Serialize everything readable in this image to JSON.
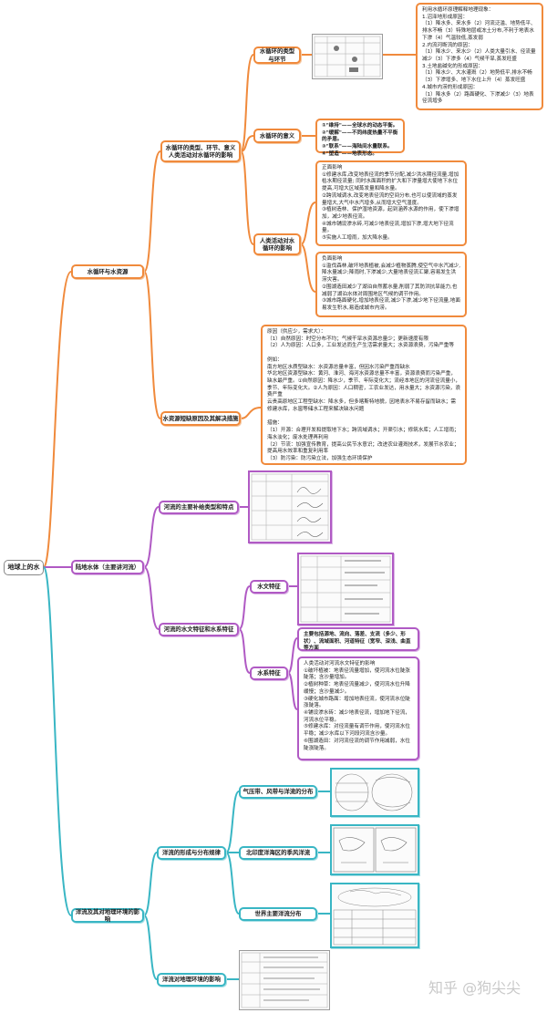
{
  "root": "地球上的水",
  "branches": {
    "water_cycle": "水循环与水资源",
    "land_water": "陆地水体（主要讲河流）",
    "ocean": "洋流及其对地理环境的影响"
  },
  "wc_sub": {
    "types": "水循环的类型、环节、意义\n人类活动对水循环的影响",
    "resources": "水资源短缺原因及其解决措施"
  },
  "wc_leaf": {
    "types": "水循环的类型\n与环节",
    "significance": "水循环的意义",
    "human": "人类活动对水\n循环的影响"
  },
  "notes": {
    "swamp": "利用水循环原理解释地理现象：\n1.沼泽地形成原因：\n（1）降水多、来水多（2）河流泛滥、地势低平、排水不畅（3）特殊地层或冻土分布,不利于地表水下渗（4）气温较低,蒸发弱\n2.内流河断流的原因：\n（1）降水少、来水少（2）人类大量引水、径流量减少（3）下渗多（4）气候干旱,蒸发旺盛\n3.土地盐碱化的形成原因：\n（1）降水少、大水灌溉（2）地势低平,排水不畅（3）下渗增多、地下水位上升（4）蒸发旺盛\n4.城市内涝的形成原因：\n（1）降水多（2）路面硬化、下渗减少（3）地表径流增多",
    "significance": "①\"维持\"——全球水的动态平衡。\n②\"缓解\"——不同纬度热量不平衡的矛盾。\n③\"联系\"——海陆间水量联系。\n④\"塑造\"——地表形态。",
    "positive": "正面影响\n①修建水库,改变地表径流的季节分配,减少洪水期径流量,增加枯水期径流量; 同时水面面积的扩大和下渗量增大使地下水位提高,可增大区域蒸发量和降水量。\n②跨流域调水,改变地表径流的空间分布,也可以使流域的蒸发量增大,大气中水汽增多,从而增大空气湿度。\n③植树造林、保护湿地资源，起到涵养水源的作用，使下渗增加，减少地表径流。\n④城市铺设渗水砖,可减少地表径流,增加下渗,增大地下径流量。\n⑤实施人工增雨，加大降水量。",
    "negative": "负面影响\n①滥伐森林,破坏地表植被,会减少植物蒸腾,使空气中水汽减少,降水量减少;降雨时,下渗减少,大量地表径流汇聚,容易发生洪涝灾害。\n②围湖造田减少了湖泊自然蓄水量,削弱了其防洪抗旱能力,也减弱了湖泊水体对周围地区气候的调节作用。\n③城市路面硬化,增加地表径流,减少下渗,减少地下径流量,地面易发生积水,易造成城市内涝。",
    "shortage": "原因（供应少，需求大）：\n（1）自然原因：时空分布不均；气候干旱水资源总量少；更新速度有限\n（2）人为原因：人口多，工业发达而生产生活需求量大；水资源浪费，污染严重等\n\n例如：\n南方地区水质型缺水：水资源总量丰富，但因水污染严重而缺水\n华北地区资源型缺水：黄河、淮河、海河水资源总量不丰富，资源浪费而污染严重，缺水最严重。①自然原因：降水少，季节、年际变化大；流经本地区的河流径流量小，季节、年际变化大。②人为原因：人口稠密，工农业发达，用水量大；水资源污染，浪费严重\n云贵高原地区工程型缺水：降水多，但多喀斯特地貌，因地表水不易存留而缺水；需修建水库，水窖等储水工程来解决缺水问题\n\n措施：\n（1）开源：合理开发和提取地下水；跨流域调水；开渠引水；修筑水库；人工增雨；海水淡化；废水处理再利用\n（2）节流：加强宣传教育，提高公民节水意识；改进农业灌溉技术，发展节水农业；提高用水效率和重复利用率\n（3）防污染：防污染立法，加强生态环境保护",
    "watersys": "主要包括源地、流向、落差、支流（多少、形状）、流域面积、河道特征（宽窄、深浅、曲直等方面",
    "human_river": "人类活动对河流水文特征的影响\n①破坏植被：地表径流量增加，使河流水位陡涨陡落；含沙量增加。\n②植树种草：地表径流量减少，使河流水位升降缓慢；含沙量减少。\n③硬化城市路面：增加地表径流，使河流水位陡涨陡落。\n④铺设渗水砖：减少地表径流，增加地下径流，河流水位平稳。\n⑤修建水库：对径流量有调节作用，使河流水位平稳；减少水库以下河段河流含沙量。\n⑥围湖造田：对河流径流的调节作用减弱，水位陡涨陡落。"
  },
  "land_sub": {
    "recharge": "河流的主要补给类型和特点",
    "hydro": "河流的水文特征和水系特征"
  },
  "land_leaf": {
    "hydro_feature": "水文特征",
    "sys_feature": "水系特征"
  },
  "ocean_sub": {
    "formation": "洋流的形成与分布规律",
    "effect": "洋流对地理环境的影响"
  },
  "ocean_leaf": {
    "pressure": "气压带、风带与洋流的分布",
    "monsoon": "北印度洋海区的季风洋流",
    "world": "世界主要洋流分布"
  },
  "watermark": "知乎 @狗尖尖"
}
